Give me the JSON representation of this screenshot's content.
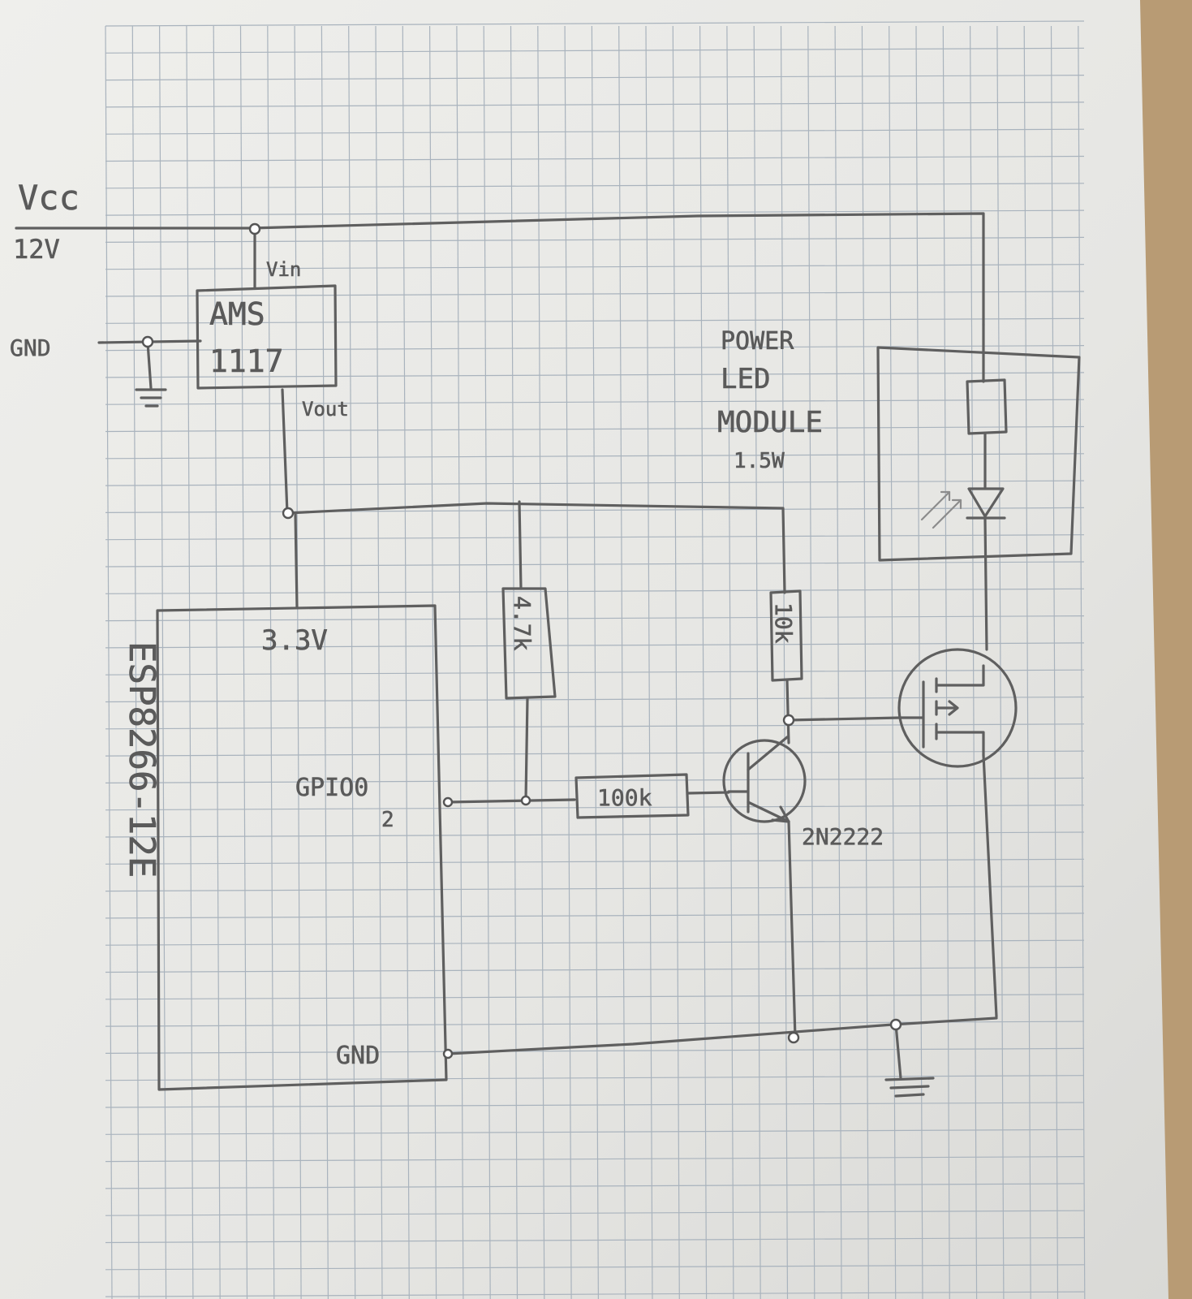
{
  "labels": {
    "vcc": "Vcc",
    "vcc_voltage": "12V",
    "gnd_in": "GND",
    "vin": "Vin",
    "regulator_line1": "AMS",
    "regulator_line2": "1117",
    "vout": "Vout",
    "esp_supply": "3.3V",
    "esp_name": "ESP8266-12E",
    "gpio_line1": "GPIO0",
    "gpio_line2": "2",
    "esp_gnd": "GND",
    "r_pullup": "4.7k",
    "r_collector": "10k",
    "r_base": "100k",
    "transistor": "2N2222",
    "module_line1": "POWER",
    "module_line2": "LED",
    "module_line3": "MODULE",
    "module_power": "1.5W"
  },
  "colors": {
    "paper": "#e9e9e6",
    "grid": "#a9b3bd",
    "pencil": "#5f5f5f",
    "desk": "#b79a73"
  }
}
